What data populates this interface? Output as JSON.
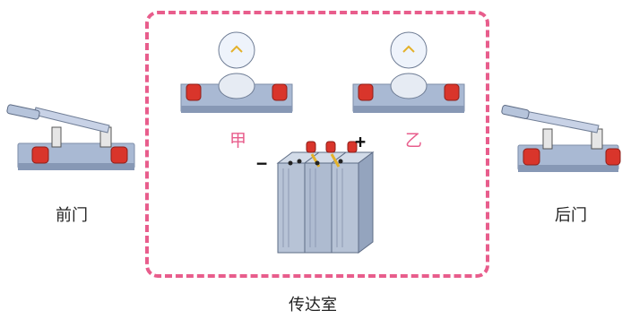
{
  "labels": {
    "front_door": "前门",
    "back_door": "后门",
    "room": "传达室",
    "bulb_a": "甲",
    "bulb_b": "乙",
    "minus": "−",
    "plus": "+"
  },
  "colors": {
    "border": "#e85d8c",
    "terminal": "#d9352b",
    "base": "#a9b9d3",
    "battery": "#b7c3d6"
  }
}
